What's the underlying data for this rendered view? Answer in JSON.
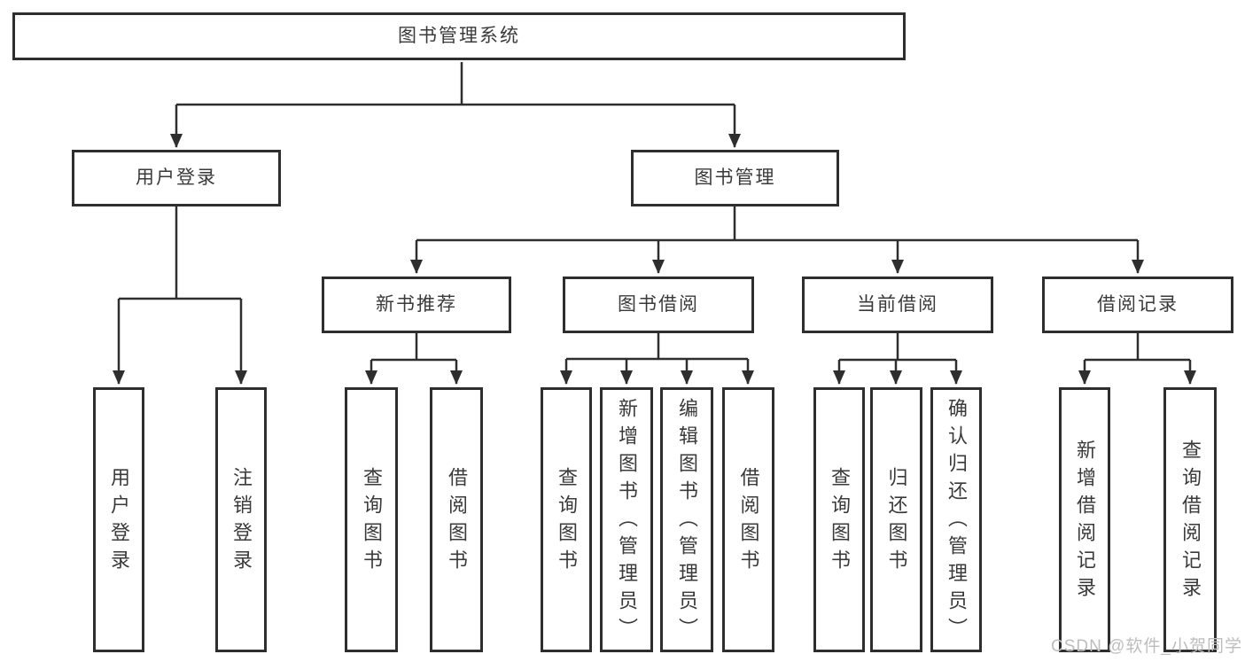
{
  "tree": {
    "root": {
      "label": "图书管理系统"
    },
    "children": [
      {
        "label": "用户登录",
        "children": [
          {
            "label": "用户登录"
          },
          {
            "label": "注销登录"
          }
        ]
      },
      {
        "label": "图书管理",
        "children": [
          {
            "label": "新书推荐",
            "children": [
              {
                "label": "查询图书"
              },
              {
                "label": "借阅图书"
              }
            ]
          },
          {
            "label": "图书借阅",
            "children": [
              {
                "label": "查询图书"
              },
              {
                "label": "新增图书（管理员）"
              },
              {
                "label": "编辑图书（管理员）"
              },
              {
                "label": "借阅图书"
              }
            ]
          },
          {
            "label": "当前借阅",
            "children": [
              {
                "label": "查询图书"
              },
              {
                "label": "归还图书"
              },
              {
                "label": "确认归还（管理员）"
              }
            ]
          },
          {
            "label": "借阅记录",
            "children": [
              {
                "label": "新增借阅记录"
              },
              {
                "label": "查询借阅记录"
              }
            ]
          }
        ]
      }
    ]
  },
  "watermark": {
    "text": "CSDN @软件_小贺同学"
  },
  "colors": {
    "line": "#2e2e2e",
    "box_border": "#2e2e2e",
    "text": "#3a3a3a",
    "watermark": "#bdbdbd",
    "background": "#ffffff"
  }
}
